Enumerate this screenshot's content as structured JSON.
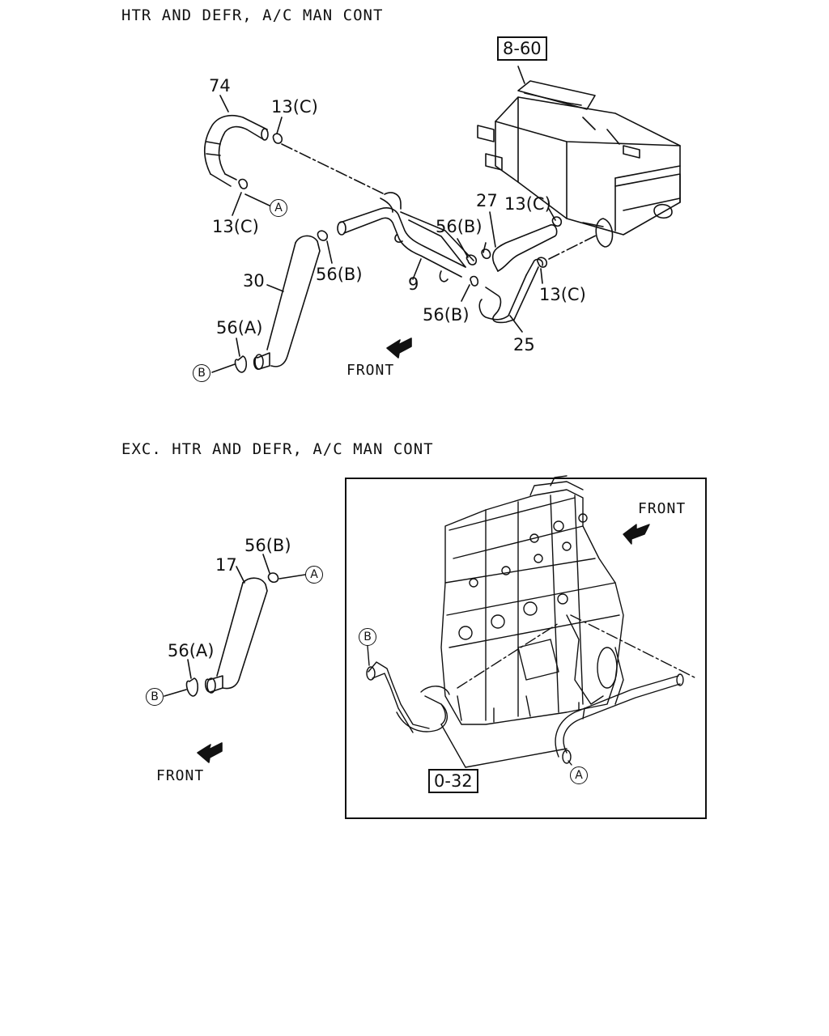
{
  "sections": {
    "top_title": "HTR AND DEFR, A/C MAN CONT",
    "bottom_title": "EXC. HTR AND DEFR, A/C MAN CONT"
  },
  "refs": {
    "heater_unit": "8-60",
    "engine": "0-32"
  },
  "callouts_top": {
    "hose_74": "74",
    "clamp_13c_top": "13(C)",
    "clamp_13c_left": "13(C)",
    "hose_27": "27",
    "clamp_13c_right_top": "13(C)",
    "clamp_56b_mid": "56(B)",
    "clamp_56b_left": "56(B)",
    "pipe_9": "9",
    "hose_30": "30",
    "clamp_56a": "56(A)",
    "clamp_56b_bottom": "56(B)",
    "clamp_13c_right_bottom": "13(C)",
    "hose_25": "25"
  },
  "callouts_bottom": {
    "clamp_56b": "56(B)",
    "hose_17": "17",
    "clamp_56a": "56(A)"
  },
  "connectors": {
    "a": "A",
    "b": "B"
  },
  "front_label": "FRONT"
}
